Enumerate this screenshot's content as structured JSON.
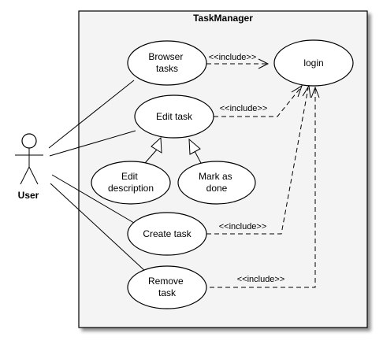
{
  "system": {
    "name": "TaskManager"
  },
  "actor": {
    "name": "User"
  },
  "use_cases": {
    "browse": [
      "Browser",
      "tasks"
    ],
    "edit": [
      "Edit task"
    ],
    "edit_desc": [
      "Edit",
      "description"
    ],
    "mark_done": [
      "Mark as",
      "done"
    ],
    "create": [
      "Create task"
    ],
    "remove": [
      "Remove",
      "task"
    ],
    "login": [
      "login"
    ]
  },
  "stereotypes": {
    "include": "<<include>>"
  }
}
